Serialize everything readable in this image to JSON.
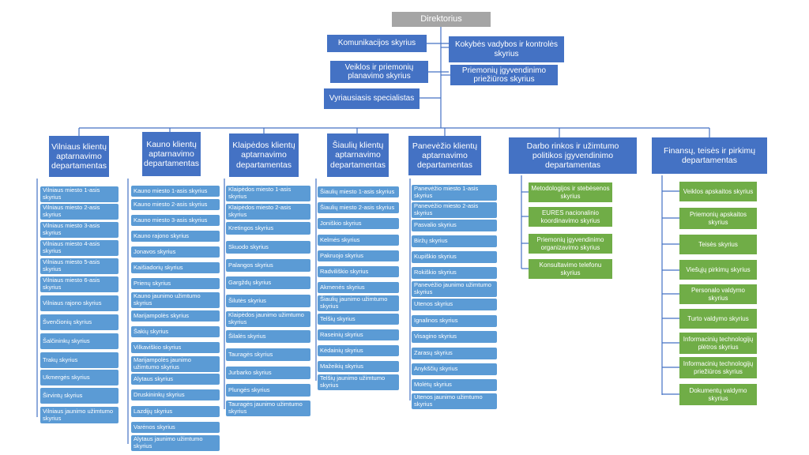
{
  "director": "Direktorius",
  "staff_left": [
    "Komunikacijos skyrius",
    "Veiklos ir priemonių planavimo skyrius",
    "Vyriausiasis specialistas"
  ],
  "staff_right": [
    "Kokybės vadybos ir kontrolės skyrius",
    "Priemonių įgyvendinimo priežiūros skyrius"
  ],
  "departments": [
    {
      "title": "Vilniaus klientų aptarnavimo departamentas",
      "units": [
        "Vilniaus miesto 1-asis skyrius",
        "Vilniaus miesto 2-asis skyrius",
        "Vilniaus miesto 3-asis skyrius",
        "Vilniaus miesto 4-asis skyrius",
        "Vilniaus miesto 5-asis skyrius",
        "Vilniaus miesto 6-asis skyrius",
        "Vilniaus rajono skyrius",
        "Švenčionių skyrius",
        "Šalčininkų skyrius",
        "Trakų skyrius",
        "Ukmergės skyrius",
        "Širvintų skyrius",
        "Vilniaus jaunimo užimtumo skyrius"
      ]
    },
    {
      "title": "Kauno klientų aptarnavimo departamentas",
      "units": [
        "Kauno miesto 1-asis skyrius",
        "Kauno miesto 2-asis skyrius",
        "Kauno miesto 3-asis skyrius",
        "Kauno rajono skyrius",
        "Jonavos skyrius",
        "Kaišiadorių skyrius",
        "Prienų skyrius",
        "Kauno jaunimo užimtumo skyrius",
        "Marijampolės skyrius",
        "Šakių skyrius",
        "Vilkaviškio skyrius",
        "Marijampolės jaunimo užimtumo skyrius",
        "Alytaus skyrius",
        "Druskininkų skyrius",
        "Lazdijų skyrius",
        "Varėnos skyrius",
        "Alytaus jaunimo užimtumo skyrius"
      ]
    },
    {
      "title": "Klaipėdos klientų aptarnavimo departamentas",
      "units": [
        "Klaipėdos miesto 1-asis skyrius",
        "Klaipėdos miesto 2-asis skyrius",
        "Kretingos skyrius",
        "Skuodo skyrius",
        "Palangos skyrius",
        "Gargždų skyrius",
        "Šilutės skyrius",
        "Klaipėdos jaunimo užimtumo skyrius",
        "Šilalės skyrius",
        "Tauragės skyrius",
        "Jurbarko skyrius",
        "Plungės skyrius",
        "Tauragės jaunimo užimtumo skyrius"
      ]
    },
    {
      "title": "Šiaulių klientų aptarnavimo departamentas",
      "units": [
        "Šiaulių miesto 1-asis skyrius",
        "Šiaulių miesto 2-asis skyrius",
        "Joniškio skyrius",
        "Kelmės skyrius",
        "Pakruojo skyrius",
        "Radviliškio skyrius",
        "Akmenės skyrius",
        "Šiaulių jaunimo užimtumo skyrius",
        "Telšių skyrius",
        "Raseinių skyrius",
        "Kėdainių skyrius",
        "Mažeikių skyrius",
        "Telšių jaunimo užimtumo skyrius"
      ]
    },
    {
      "title": "Panevėžio klientų aptarnavimo departamentas",
      "units": [
        "Panevėžio miesto 1-asis skyrius",
        "Panevėžio miesto 2-asis skyrius",
        "Pasvalio skyrius",
        "Biržų skyrius",
        "Kupiškio skyrius",
        "Rokiškio skyrius",
        "Panevėžio jaunimo užimtumo skyrius",
        "Utenos skyrius",
        "Ignalinos skyrius",
        "Visagino skyrius",
        "Zarasų skyrius",
        "Anykščių skyrius",
        "Molėtų skyrius",
        "Utenos jaunimo užimtumo skyrius"
      ]
    },
    {
      "title": "Darbo rinkos ir užimtumo politikos įgyvendinimo departamentas",
      "units": [
        "Metodologijos ir stebėsenos skyrius",
        "EURES nacionalinio koordinavimo skyrius",
        "Priemonių įgyvendinimo organizavimo skyrius",
        "Konsultavimo telefonu skyrius"
      ]
    },
    {
      "title": "Finansų, teisės ir pirkimų departamentas",
      "units": [
        "Veiklos apskaitos skyrius",
        "Priemonių apskaitos skyrius",
        "Teisės skyrius",
        "Viešųjų pirkimų skyrius",
        "Personalo valdymo skyrius",
        "Turto valdymo skyrius",
        "Informacinių technologijų plėtros skyrius",
        "Informacinių technologijų priežiūros skyrius",
        "Dokumentų valdymo skyrius"
      ]
    }
  ],
  "colors": {
    "director": "#a5a5a5",
    "department": "#4472c4",
    "unit": "#5b9bd5",
    "green_unit": "#70ad47",
    "connector": "#4472c4"
  }
}
